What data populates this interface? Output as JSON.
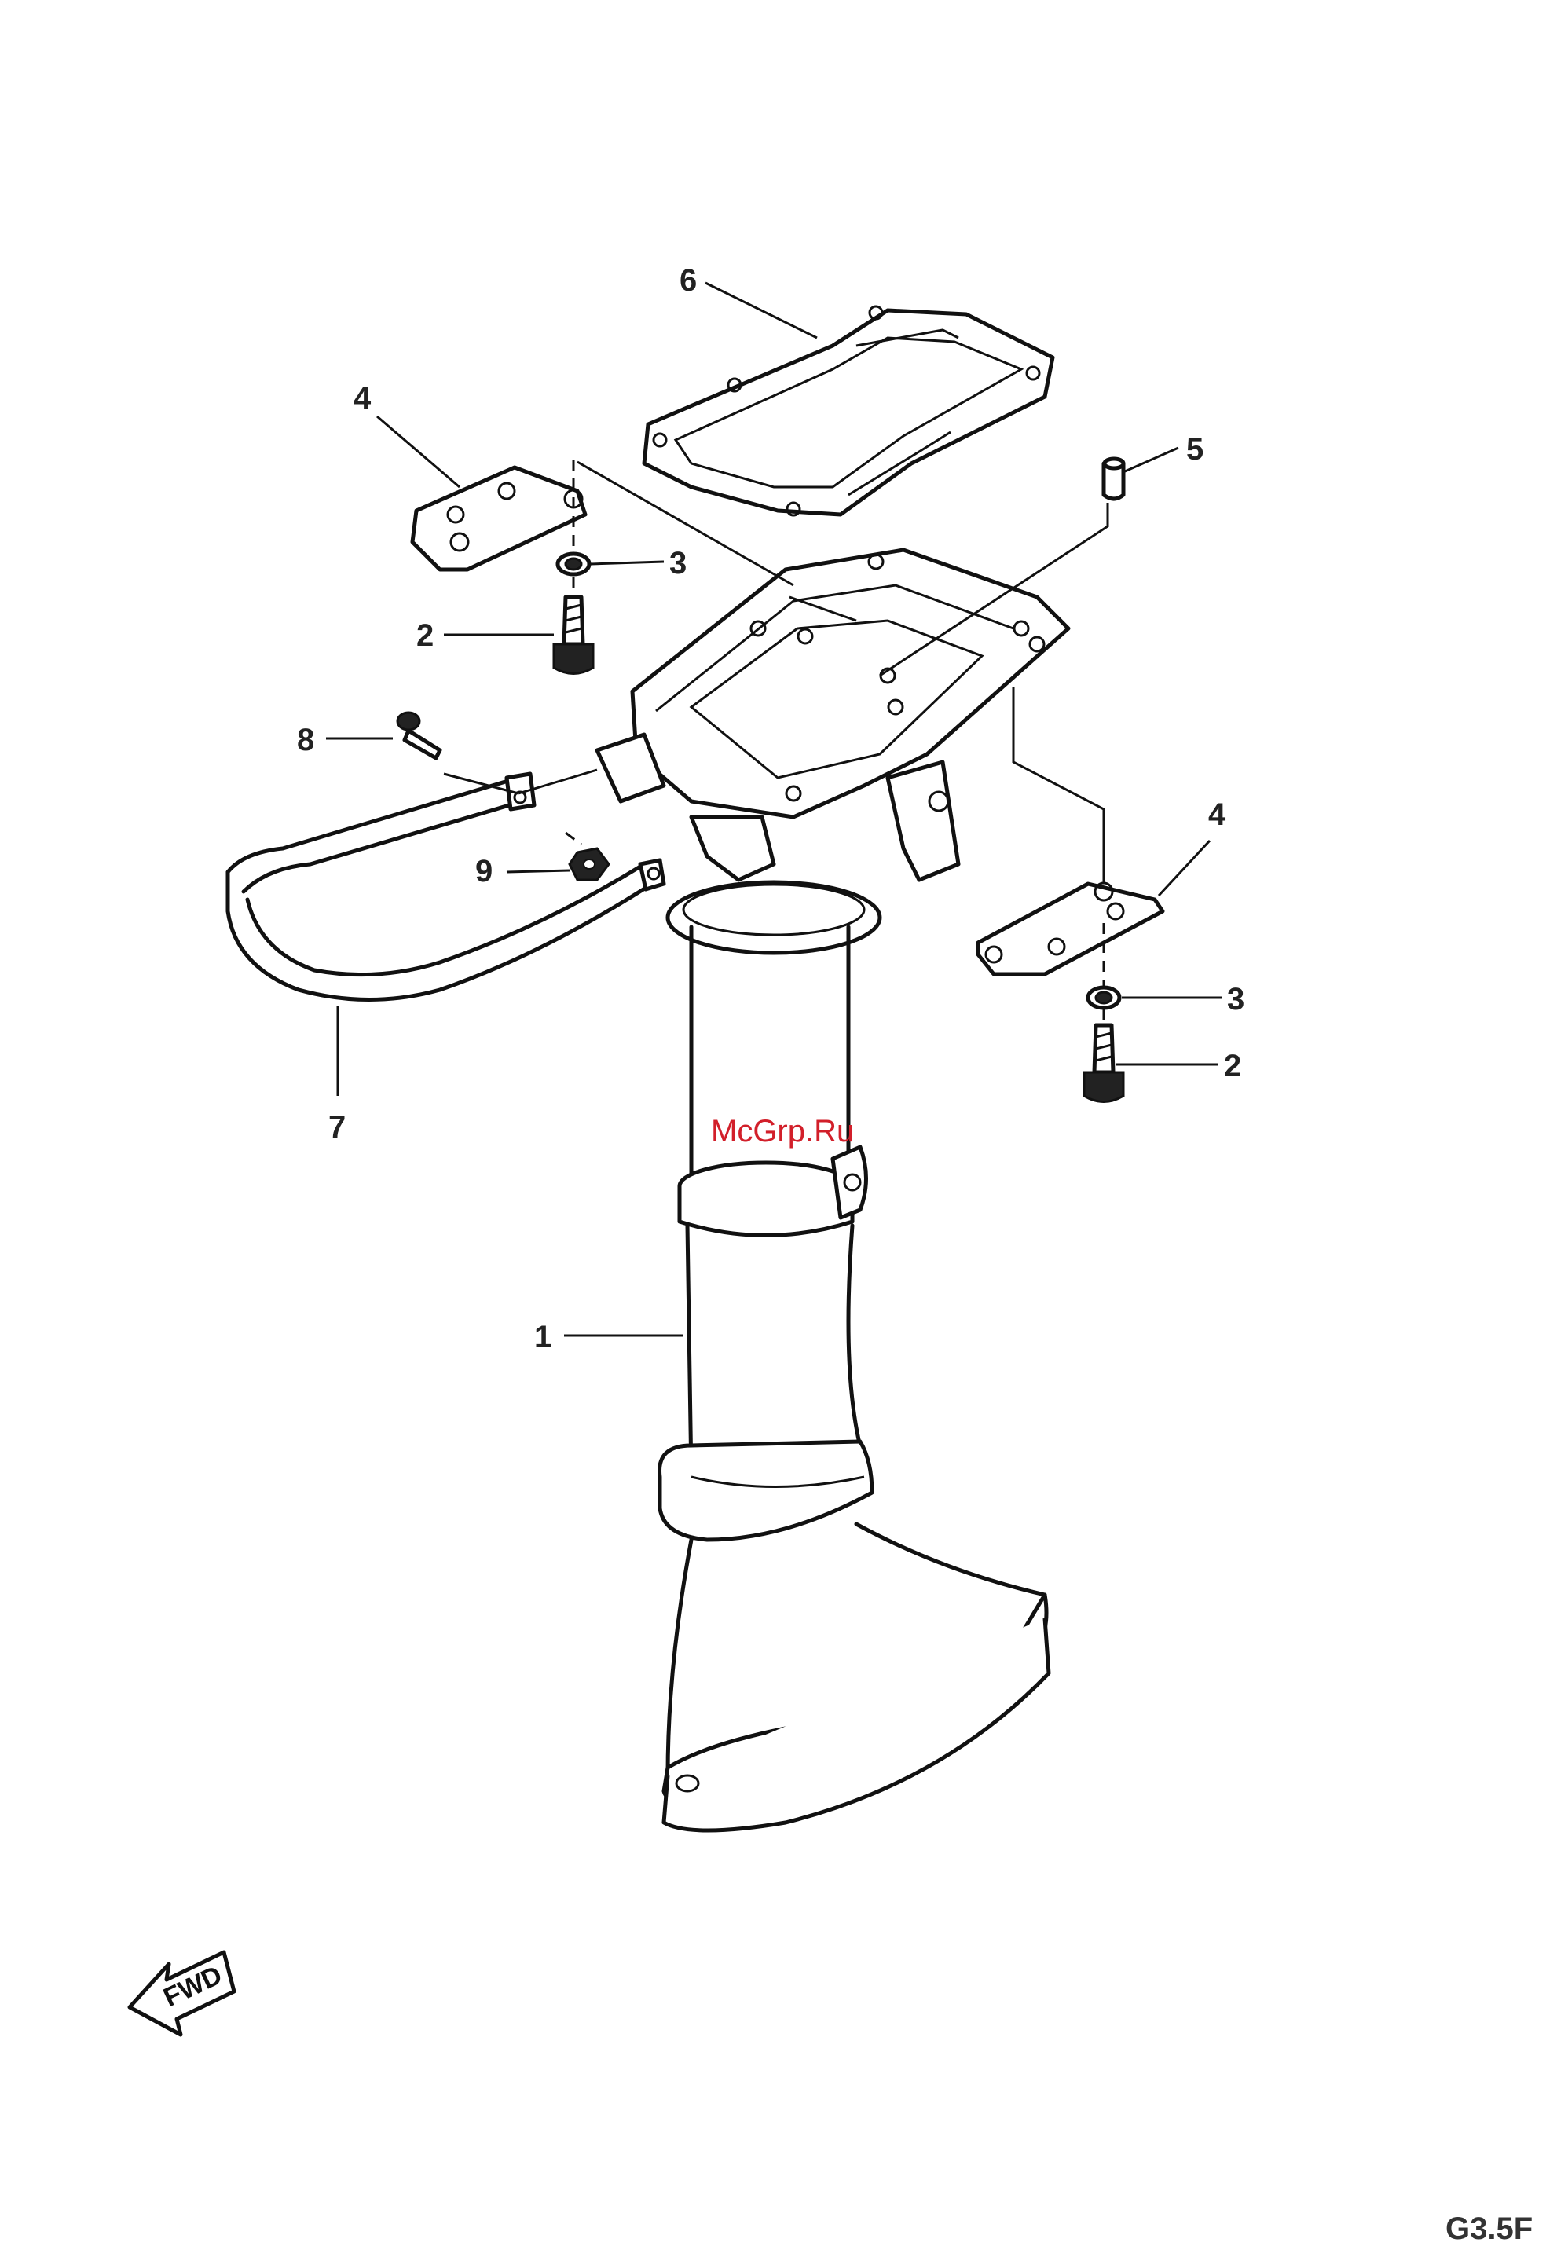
{
  "callouts": {
    "n1": "1",
    "n2a": "2",
    "n2b": "2",
    "n3a": "3",
    "n3b": "3",
    "n4a": "4",
    "n4b": "4",
    "n5": "5",
    "n6": "6",
    "n7": "7",
    "n8": "8",
    "n9": "9"
  },
  "watermark": "McGrp.Ru",
  "page_code": "G3.5F",
  "fwd_label": "FWD",
  "colors": {
    "watermark": "#d21f2a",
    "line": "#111111"
  }
}
